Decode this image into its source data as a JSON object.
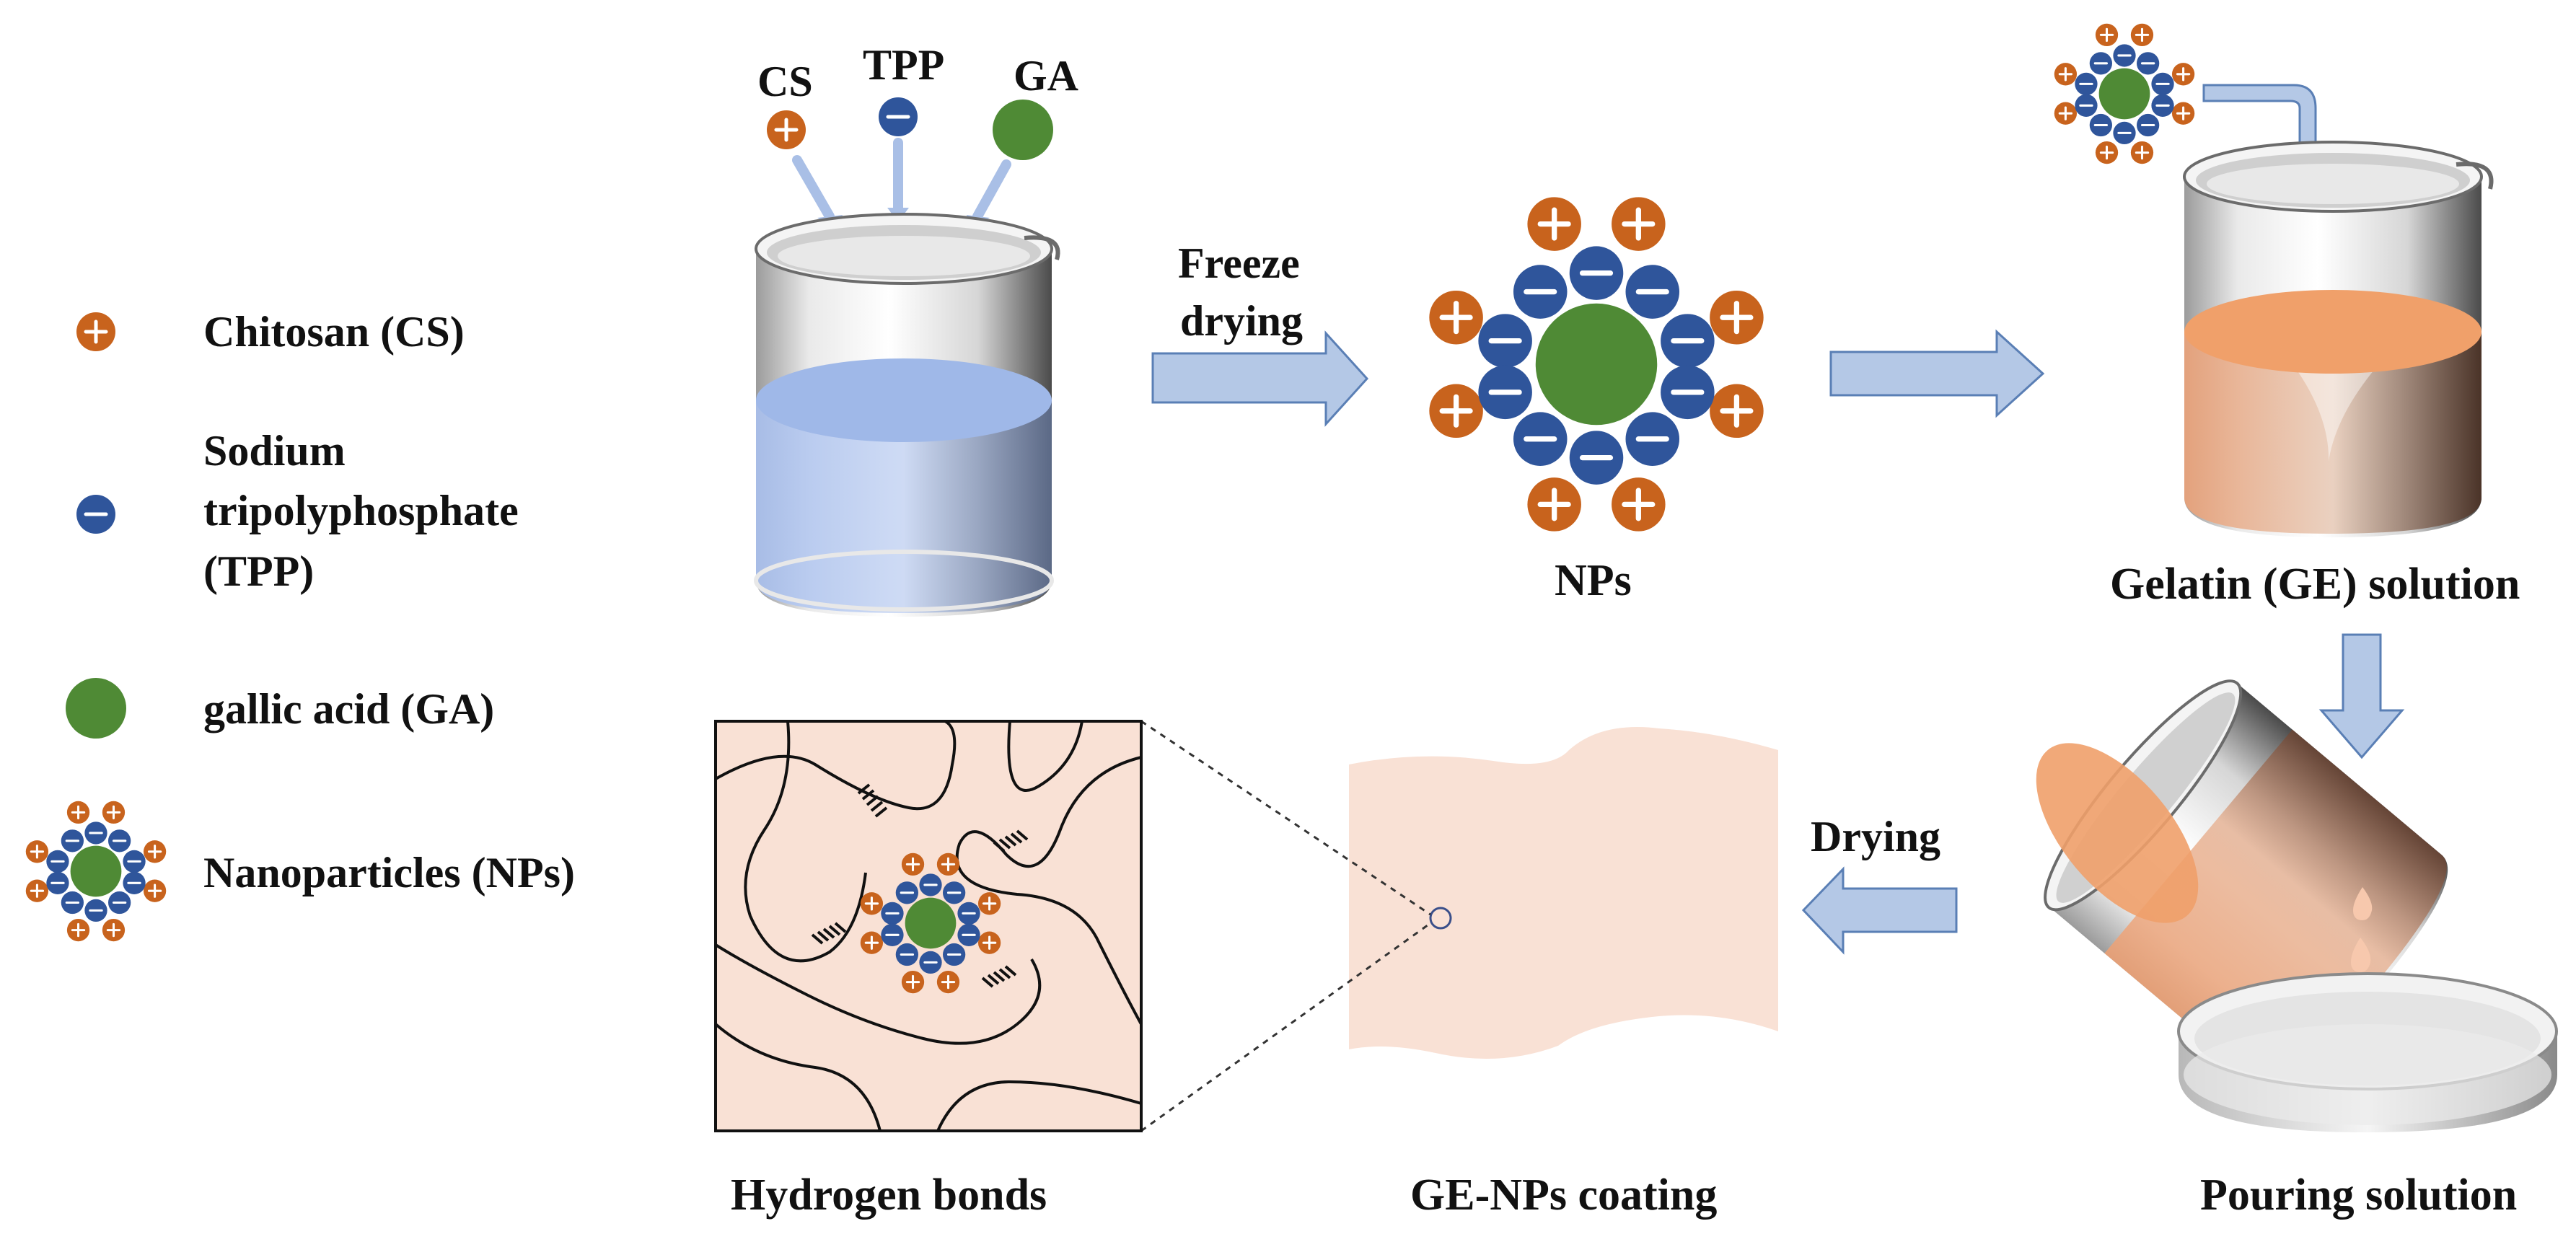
{
  "legend": {
    "chitosan": "Chitosan (CS)",
    "tpp_line1": "Sodium",
    "tpp_line2": "tripolyphosphate",
    "tpp_line3": "(TPP)",
    "gallic_acid": "gallic acid (GA)",
    "nanoparticles": "Nanoparticles (NPs)"
  },
  "beaker1": {
    "cs": "CS",
    "tpp": "TPP",
    "ga": "GA"
  },
  "step_arrow_1": {
    "line1": "Freeze",
    "line2": "drying"
  },
  "nps_caption": "NPs",
  "gelatin_caption": "Gelatin (GE) solution",
  "pouring_caption": "Pouring solution",
  "drying_label": "Drying",
  "coating_caption": "GE-NPs coating",
  "hbond_caption": "Hydrogen bonds",
  "colors": {
    "chitosan": "#c8631d",
    "tpp": "#2f559b",
    "gallic_acid": "#4f8a35",
    "arrow_fill": "#b4c8e6",
    "arrow_stroke": "#5a7fb5",
    "water": "#9fb8e8",
    "gelatin": "#f0a06a",
    "coating": "#f9e1d5"
  }
}
